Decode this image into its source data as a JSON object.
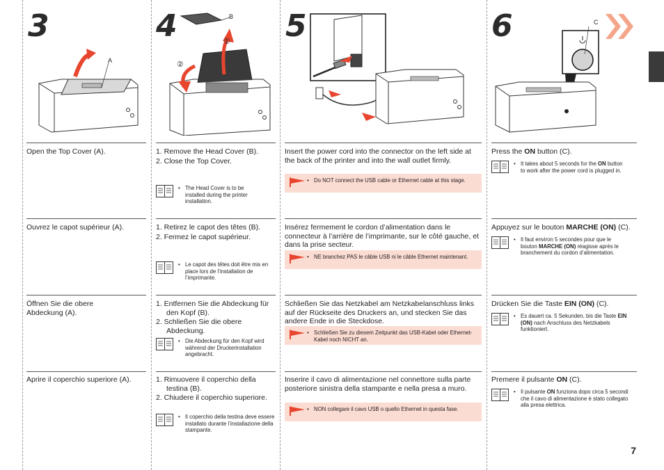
{
  "steps": {
    "s3": {
      "num": "3",
      "label_a": "A",
      "en": "Open the Top Cover (A).",
      "fr": "Ouvrez le capot supérieur (A).",
      "de": "Öffnen Sie die obere Abdeckung (A).",
      "it": "Aprire il coperchio superiore (A)."
    },
    "s4": {
      "num": "4",
      "label_b": "B",
      "label_1": "①",
      "label_2": "②",
      "en": {
        "i1": "1.  Remove the Head Cover (B).",
        "i2": "2.  Close the Top Cover.",
        "note": "The Head Cover is to be installed during the printer installation."
      },
      "fr": {
        "i1": "1.  Retirez le capot des têtes (B).",
        "i2": "2.  Fermez le capot supérieur.",
        "note": "Le capot des têtes doit être mis en place lors de l’installation de l’imprimante."
      },
      "de": {
        "i1": "1.  Entfernen Sie die Abdeckung für den Kopf (B).",
        "i2": "2.  Schließen Sie die obere Abdeckung.",
        "note": "Die Abdeckung für den Kopf wird während der Druckerinstallation angebracht."
      },
      "it": {
        "i1": "1.  Rimuovere il coperchio della testina (B).",
        "i2": "2.  Chiudere il coperchio superiore.",
        "note": "Il coperchio della testina deve essere installato durante l’installazione della stampante."
      }
    },
    "s5": {
      "num": "5",
      "en": {
        "text": "Insert the power cord into the connector on the left side at the back of the printer and into the wall outlet firmly.",
        "warn": "Do NOT connect the USB cable or Ethernet cable at this stage."
      },
      "fr": {
        "text": "Insérez fermement le cordon d’alimentation dans le connecteur à l’arrière de l’imprimante, sur le côté gauche, et dans la prise secteur.",
        "warn": "NE branchez PAS le câble USB ni le câble Ethernet maintenant."
      },
      "de": {
        "text": "Schließen Sie das Netzkabel am Netzkabelanschluss links auf der Rückseite des Druckers an, und stecken Sie das andere Ende in die Steckdose.",
        "warn": "Schließen Sie zu diesem Zeitpunkt das USB-Kabel oder Ethernet-Kabel noch NICHT an."
      },
      "it": {
        "text": "Inserire il cavo di alimentazione nel connettore sulla parte posteriore sinistra della stampante e nella presa a muro.",
        "warn": "NON collegare il cavo USB o quello Ethernet in questa fase."
      }
    },
    "s6": {
      "num": "6",
      "label_c": "C",
      "en": {
        "a": "Press the ",
        "b": "ON",
        "c": " button (C).",
        "n1": "It takes about 5 seconds for the ",
        "n2": "ON",
        "n3": " button to work after the power cord is plugged in."
      },
      "fr": {
        "a": "Appuyez sur le bouton ",
        "b": "MARCHE (ON)",
        "c": " (C).",
        "n1": "Il faut environ 5 secondes pour que le bouton ",
        "n2": "MARCHE (ON)",
        "n3": " réagisse après le branchement du cordon d’alimentation."
      },
      "de": {
        "a": "Drücken Sie die Taste ",
        "b": "EIN (ON)",
        "c": " (C).",
        "n1": "Es dauert ca. 5 Sekunden, bis die Taste ",
        "n2": "EIN (ON)",
        "n3": " nach Anschluss des Netzkabels funktioniert."
      },
      "it": {
        "a": "Premere il pulsante ",
        "b": "ON",
        "c": " (C).",
        "n1": "Il pulsante ",
        "n2": "ON",
        "n3": " funziona dopo circa 5 secondi che il cavo di alimentazione è stato collegato alla presa elettrica."
      }
    }
  },
  "page_number": "7",
  "colors": {
    "warning_bg": "#fbdcd3",
    "flag": "#e8452f",
    "arrow": "#e8452f",
    "next_arrow": "#f4a58a"
  },
  "icons": [
    "open-arrow-icon",
    "note-book-icon",
    "warning-flag-icon",
    "power-icon",
    "next-chevron-icon"
  ]
}
